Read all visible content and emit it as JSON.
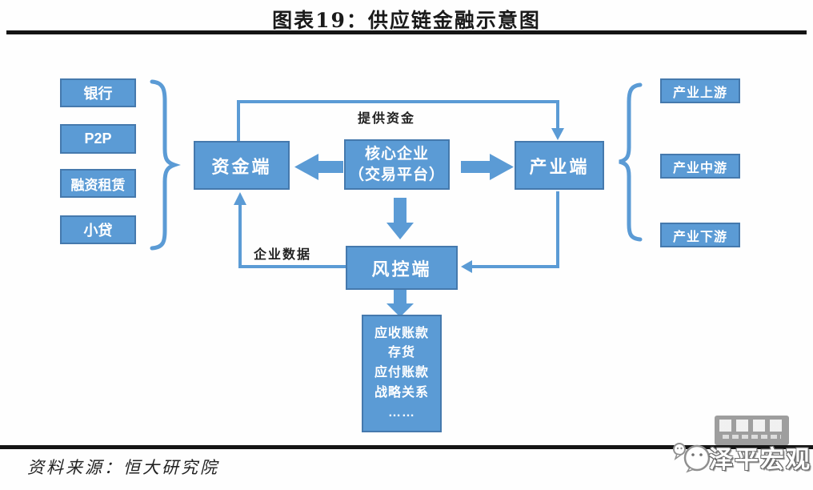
{
  "title": "图表19：供应链金融示意图",
  "source_note": "资料来源：恒大研究院",
  "colors": {
    "box_fill": "#5b9bd5",
    "box_border": "#4579ad",
    "connector": "#5b9bd5",
    "rule": "#141414"
  },
  "diagram": {
    "funding_sources": [
      {
        "label": "银行"
      },
      {
        "label": "P2P"
      },
      {
        "label": "融资租赁"
      },
      {
        "label": "小贷"
      }
    ],
    "capital_side": {
      "label": "资金端"
    },
    "core_enterprise": {
      "line1": "核心企业",
      "line2": "（交易平台）"
    },
    "industry_side": {
      "label": "产业端"
    },
    "risk_control": {
      "label": "风控端"
    },
    "industry_tiers": [
      {
        "label": "产业上游"
      },
      {
        "label": "产业中游"
      },
      {
        "label": "产业下游"
      }
    ],
    "data_items": [
      {
        "label": "应收账款"
      },
      {
        "label": "存货"
      },
      {
        "label": "应付账款"
      },
      {
        "label": "战略关系"
      },
      {
        "label": "……"
      }
    ],
    "edge_labels": {
      "provide_funds": "提供资金",
      "enterprise_data": "企业数据"
    }
  },
  "watermark": {
    "brand": "泽平宏观"
  }
}
